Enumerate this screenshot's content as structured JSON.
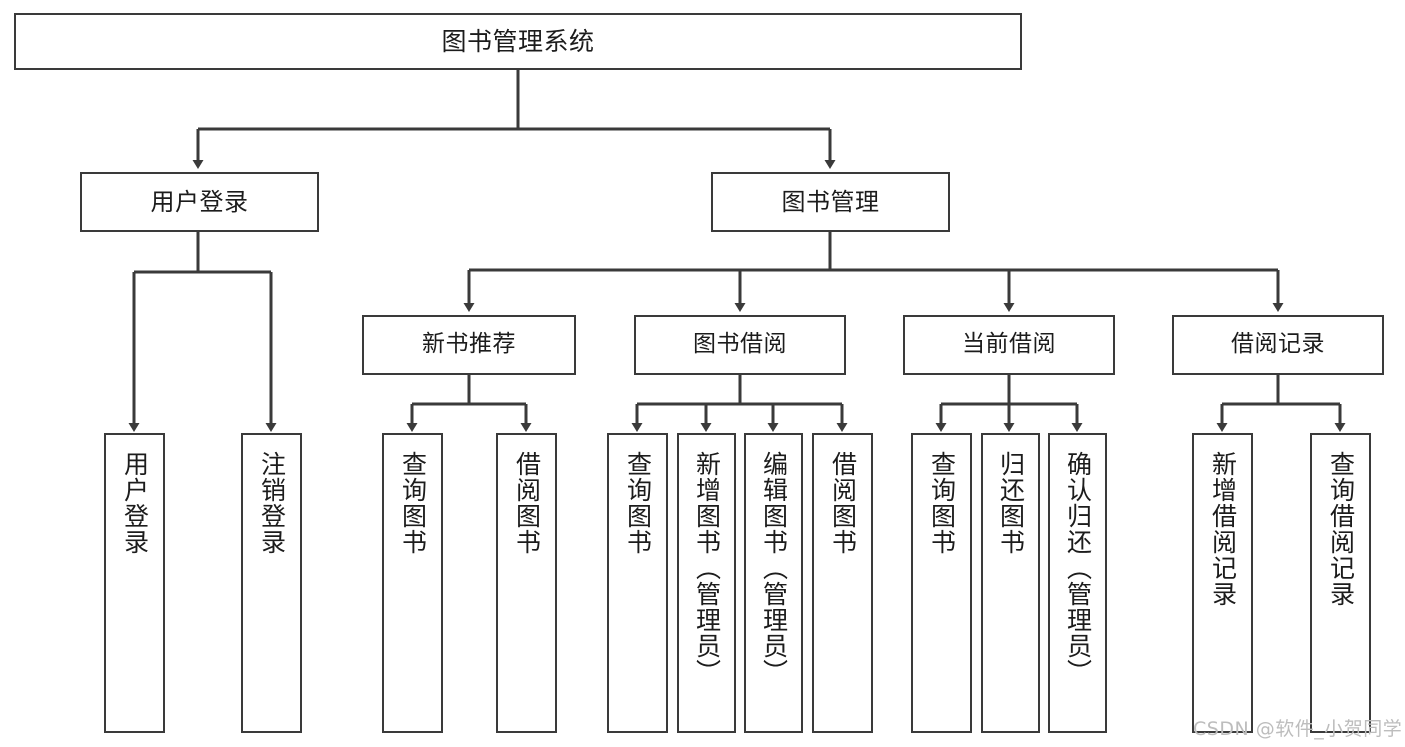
{
  "diagram": {
    "type": "tree",
    "title": "图书管理系统",
    "orientation": "top-down",
    "colors": {
      "background": "#ffffff",
      "box_border": "#3a3a3a",
      "box_fill": "#ffffff",
      "connector": "#3a3a3a",
      "text": "#1c1c1c",
      "watermark": "#bdbdbd"
    },
    "root": {
      "label": "图书管理系统"
    },
    "level1": [
      {
        "label": "用户登录"
      },
      {
        "label": "图书管理"
      }
    ],
    "level2": [
      {
        "label": "新书推荐",
        "parent": "图书管理"
      },
      {
        "label": "图书借阅",
        "parent": "图书管理"
      },
      {
        "label": "当前借阅",
        "parent": "图书管理"
      },
      {
        "label": "借阅记录",
        "parent": "图书管理"
      }
    ],
    "leaves": {
      "user_login": [
        {
          "label": "用户登录"
        },
        {
          "label": "注销登录"
        }
      ],
      "new_book_recommend": [
        {
          "label": "查询图书"
        },
        {
          "label": "借阅图书"
        }
      ],
      "book_borrow": [
        {
          "label": "查询图书"
        },
        {
          "label": "新增图书（管理员）"
        },
        {
          "label": "编辑图书（管理员）"
        },
        {
          "label": "借阅图书"
        }
      ],
      "current_borrow": [
        {
          "label": "查询图书"
        },
        {
          "label": "归还图书"
        },
        {
          "label": "确认归还（管理员）"
        }
      ],
      "borrow_record": [
        {
          "label": "新增借阅记录"
        },
        {
          "label": "查询借阅记录"
        }
      ]
    },
    "watermark": "CSDN @软件_小贺同学"
  }
}
